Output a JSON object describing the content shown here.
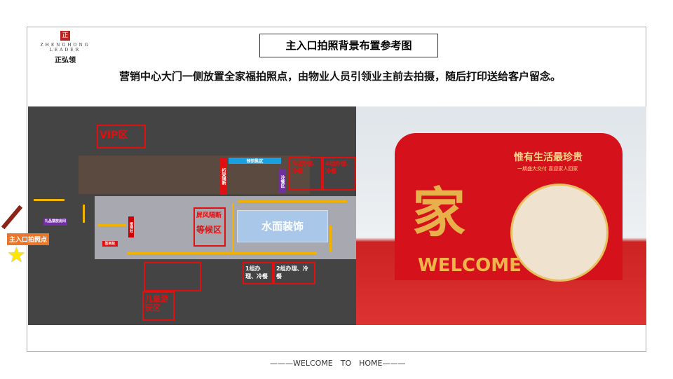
{
  "logo": {
    "seal": "正",
    "line1": "ZHENGHONG",
    "line2": "LEADER",
    "brand": "正弘领"
  },
  "title": "主入口拍照背景布置参考图",
  "subtitle": "营销中心大门一侧放置全家福拍照点，由物业人员引领业主前去拍摄，随后打印送给客户留念。",
  "plan": {
    "vip": "VIP区",
    "keys": "领钥匙区",
    "truss": "桁架隔断",
    "cold": "冷餐区",
    "g3": "3组办理、冷餐",
    "g4": "4组办理、冷餐",
    "gift": "礼品摆放房间",
    "signin": "签到处",
    "reception": "接待处",
    "screen": "屏风隔断",
    "waiting": "等候区",
    "water": "水面装饰",
    "kids": "儿童游玩区",
    "g1": "1组办理、冷餐",
    "g2": "2组办理、冷餐",
    "entry": "主入口拍照点"
  },
  "photo": {
    "slogan": "惟有生活最珍贵",
    "slogan2": "一期盛大交付 喜迎家人回家",
    "jia": "家",
    "welcome": "WELCOME"
  },
  "footer": "———WELCOME　TO　HOME———",
  "colors": {
    "accent": "#e01010",
    "arrow": "#f0b400",
    "entry": "#e8772b"
  }
}
